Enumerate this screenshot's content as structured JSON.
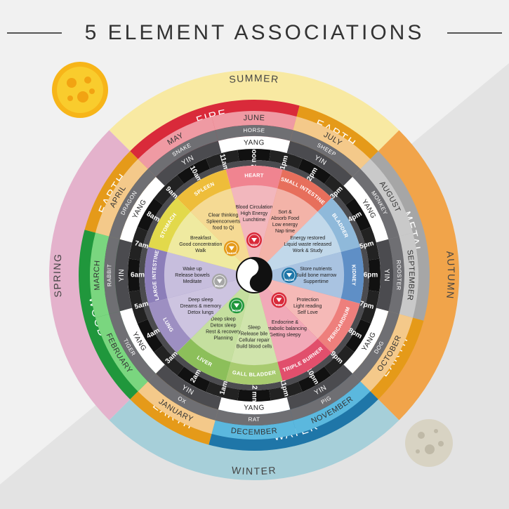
{
  "title": "5 ELEMENT ASSOCIATIONS",
  "colors": {
    "fire": "#d92a3a",
    "earth": "#e59a19",
    "metal": "#a6a6a6",
    "water": "#1f76a8",
    "wood": "#20973c",
    "summer": "#f8e9a2",
    "autumn": "#f1a44a",
    "winter": "#a6cfd9",
    "spring": "#e4b2cc",
    "outer_text": "#444444",
    "black": "#111111",
    "dark_grey": "#4a4a4a",
    "mid_grey": "#777777"
  },
  "seasons": [
    {
      "label": "SUMMER",
      "start": -45,
      "end": 45,
      "color": "#f8e9a2"
    },
    {
      "label": "AUTUMN",
      "start": 45,
      "end": 135,
      "color": "#f1a44a"
    },
    {
      "label": "WINTER",
      "start": 135,
      "end": 225,
      "color": "#a6cfd9"
    },
    {
      "label": "SPRING",
      "start": 225,
      "end": 315,
      "color": "#e4b2cc"
    }
  ],
  "elements": [
    {
      "label": "FIRE",
      "start": -45,
      "end": 15,
      "color": "#d92a3a"
    },
    {
      "label": "EARTH",
      "start": 15,
      "end": 45,
      "color": "#e59a19"
    },
    {
      "label": "METAL",
      "start": 45,
      "end": 105,
      "color": "#a6a6a6"
    },
    {
      "label": "EARTH",
      "start": 105,
      "end": 135,
      "color": "#e59a19"
    },
    {
      "label": "WATER",
      "start": 135,
      "end": 195,
      "color": "#1f76a8"
    },
    {
      "label": "EARTH",
      "start": 195,
      "end": 225,
      "color": "#e59a19"
    },
    {
      "label": "WOOD",
      "start": 225,
      "end": 285,
      "color": "#20973c"
    },
    {
      "label": "EARTH",
      "start": 285,
      "end": 315,
      "color": "#e59a19"
    }
  ],
  "months": [
    {
      "label": "JUNE",
      "start": -15,
      "end": 15,
      "color": "#ef9aa3"
    },
    {
      "label": "JULY",
      "start": 15,
      "end": 45,
      "color": "#f4c98a"
    },
    {
      "label": "AUGUST",
      "start": 45,
      "end": 75,
      "color": "#c9c9c9"
    },
    {
      "label": "SEPTEMBER",
      "start": 75,
      "end": 105,
      "color": "#c9c9c9"
    },
    {
      "label": "OCTOBER",
      "start": 105,
      "end": 135,
      "color": "#f4c98a"
    },
    {
      "label": "NOVEMBER",
      "start": 135,
      "end": 165,
      "color": "#5bb8de"
    },
    {
      "label": "DECEMBER",
      "start": 165,
      "end": 195,
      "color": "#5bb8de"
    },
    {
      "label": "JANUARY",
      "start": 195,
      "end": 225,
      "color": "#f4c98a"
    },
    {
      "label": "FEBRUARY",
      "start": 225,
      "end": 255,
      "color": "#7ad67f"
    },
    {
      "label": "MARCH",
      "start": 255,
      "end": 285,
      "color": "#7ad67f"
    },
    {
      "label": "APRIL",
      "start": 285,
      "end": 315,
      "color": "#f4c98a"
    },
    {
      "label": "MAY",
      "start": 315,
      "end": 345,
      "color": "#ef9aa3"
    }
  ],
  "animals": [
    {
      "label": "HORSE",
      "start": -15,
      "end": 15
    },
    {
      "label": "SHEEP",
      "start": 15,
      "end": 45
    },
    {
      "label": "MONKEY",
      "start": 45,
      "end": 75
    },
    {
      "label": "ROOSTER",
      "start": 75,
      "end": 105
    },
    {
      "label": "DOG",
      "start": 105,
      "end": 135
    },
    {
      "label": "PIG",
      "start": 135,
      "end": 165
    },
    {
      "label": "RAT",
      "start": 165,
      "end": 195
    },
    {
      "label": "OX",
      "start": 195,
      "end": 225
    },
    {
      "label": "TIGER",
      "start": 225,
      "end": 255
    },
    {
      "label": "RABBIT",
      "start": 255,
      "end": 285
    },
    {
      "label": "DRAGON",
      "start": 285,
      "end": 315
    },
    {
      "label": "SNAKE",
      "start": 315,
      "end": 345
    }
  ],
  "yinyang": [
    {
      "label": "YANG",
      "start": -15,
      "end": 15
    },
    {
      "label": "YIN",
      "start": 15,
      "end": 45
    },
    {
      "label": "YANG",
      "start": 45,
      "end": 75
    },
    {
      "label": "YIN",
      "start": 75,
      "end": 105
    },
    {
      "label": "YANG",
      "start": 105,
      "end": 135
    },
    {
      "label": "YIN",
      "start": 135,
      "end": 165
    },
    {
      "label": "YANG",
      "start": 165,
      "end": 195
    },
    {
      "label": "YIN",
      "start": 195,
      "end": 225
    },
    {
      "label": "YANG",
      "start": 225,
      "end": 255
    },
    {
      "label": "YIN",
      "start": 255,
      "end": 285
    },
    {
      "label": "YANG",
      "start": 285,
      "end": 315
    },
    {
      "label": "YIN",
      "start": 315,
      "end": 345
    }
  ],
  "hours": [
    "12 noon",
    "1pm",
    "2pm",
    "3pm",
    "4pm",
    "5pm",
    "6pm",
    "7pm",
    "8pm",
    "9pm",
    "10pm",
    "11pm",
    "12 mn",
    "1am",
    "2am",
    "3am",
    "4am",
    "5am",
    "6am",
    "7am",
    "8am",
    "9am",
    "10am",
    "11am"
  ],
  "organs": [
    {
      "label": "HEART",
      "color": "#f08490",
      "inner": "#f2b7bd",
      "lines": [
        "Blood Circulation",
        "High Energy",
        "Lunchtime"
      ]
    },
    {
      "label": "SMALL INTESTINE",
      "color": "#e76f5c",
      "inner": "#f3b3a8",
      "lines": [
        "Sort &",
        "Absorb Food",
        "Low energy",
        "Nap time"
      ]
    },
    {
      "label": "BLADDER",
      "color": "#8fb9da",
      "inner": "#c1d8ea",
      "lines": [
        "Energy restored",
        "Liquid waste released",
        "Work & Study"
      ]
    },
    {
      "label": "KIDNEY",
      "color": "#5f8fc6",
      "inner": "#a9c3e1",
      "lines": [
        "Store nutrients",
        "Build bone marrow",
        "Suppertime"
      ]
    },
    {
      "label": "PERICARDIUM",
      "color": "#ee7f7c",
      "inner": "#f5b9b7",
      "lines": [
        "Protection",
        "Light reading",
        "Self Love"
      ]
    },
    {
      "label": "TRIPLE BURNER",
      "color": "#e14f6c",
      "inner": "#f1a9b8",
      "lines": [
        "Endocrine &",
        "Metabolic balancing",
        "Getting sleepy"
      ]
    },
    {
      "label": "GALL BLADDER",
      "color": "#a8cb6f",
      "inner": "#d0e4ac",
      "lines": [
        "Sleep",
        "Release bile",
        "Cellular repair",
        "Build blood cells"
      ]
    },
    {
      "label": "LIVER",
      "color": "#8cbf5a",
      "inner": "#c5df9f",
      "lines": [
        "Deep sleep",
        "Detox sleep",
        "Rest & recovery",
        "Planning"
      ]
    },
    {
      "label": "LUNG",
      "color": "#9d8fc2",
      "inner": "#cdc4e0",
      "lines": [
        "Deep sleep",
        "Dreams & memory",
        "Detox lungs"
      ]
    },
    {
      "label": "LARGE INTESTINE",
      "color": "#8c7eb9",
      "inner": "#c7bedd",
      "lines": [
        "Wake up",
        "Release bowels",
        "Meditate"
      ]
    },
    {
      "label": "STOMACH",
      "color": "#e2d94b",
      "inner": "#efeaa0",
      "lines": [
        "Breakfast",
        "Good concentration",
        "Walk"
      ]
    },
    {
      "label": "SPLEEN",
      "color": "#eebd3a",
      "inner": "#f5da94",
      "lines": [
        "Clear thinking",
        "Spleenconverts",
        "food to Qi"
      ]
    }
  ],
  "center_elements": [
    {
      "label": "FIRE",
      "angle": 0,
      "color": "#d92a3a"
    },
    {
      "label": "WATER",
      "angle": 90,
      "color": "#1f76a8"
    },
    {
      "label": "FIRE",
      "angle": 135,
      "color": "#d92a3a"
    },
    {
      "label": "WOOD",
      "angle": 210,
      "color": "#20973c"
    },
    {
      "label": "METAL",
      "angle": 260,
      "color": "#a6a6a6"
    },
    {
      "label": "EARTH",
      "angle": 320,
      "color": "#e59a19"
    }
  ]
}
